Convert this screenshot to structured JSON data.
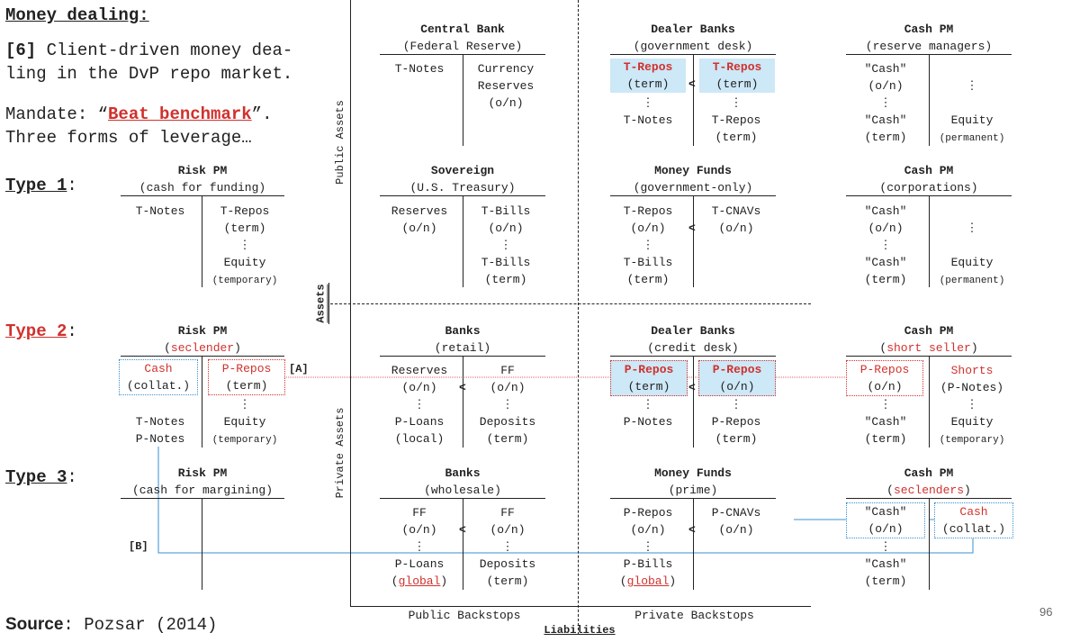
{
  "left": {
    "heading": "Money dealing:",
    "num": "[6]",
    "desc_line1": "Client-driven money dea-",
    "desc_line2": "ling in the DvP repo market.",
    "mandate_pre": "Mandate: “",
    "mandate_hl": "Beat benchmark",
    "mandate_post": "”.",
    "forms": "Three forms of leverage…",
    "type1": "Type 1",
    "type2": "Type 2",
    "type3": "Type 3",
    "colon": ":",
    "source_label": "Source",
    "source_text": ": Pozsar (2014)"
  },
  "axes": {
    "public_assets": "Public Assets",
    "private_assets": "Private Assets",
    "assets": "Assets",
    "liabilities": "Liabilities",
    "public_backstops": "Public Backstops",
    "private_backstops": "Private Backstops",
    "page": "96",
    "tag_a": "[A]",
    "tag_b": "[B]"
  },
  "sym": {
    "lt": "<",
    "dots": "⋮"
  },
  "rp1": {
    "title": "Risk PM",
    "sub": "(cash for funding)",
    "l1": "T-Notes",
    "r1a": "T-Repos",
    "r1b": "(term)",
    "r2a": "Equity",
    "r2b": "(temporary)"
  },
  "rp2": {
    "title": "Risk PM",
    "sub_pre": "(",
    "sub_red": "seclender",
    "sub_post": ")",
    "l1a": "Cash",
    "l1b": "(collat.)",
    "l2a": "T-Notes",
    "l2b": "P-Notes",
    "r1a": "P-Repos",
    "r1b": "(term)",
    "r2a": "Equity",
    "r2b": "(temporary)"
  },
  "rp3": {
    "title": "Risk PM",
    "sub": "(cash for margining)"
  },
  "cb": {
    "title": "Central Bank",
    "sub": "(Federal Reserve)",
    "l1": "T-Notes",
    "r1a": "Currency",
    "r1b": "Reserves",
    "r1c": "(o/n)"
  },
  "db1": {
    "title": "Dealer Banks",
    "sub": "(government desk)",
    "l1a": "T-Repos",
    "l1b": "(term)",
    "r1a": "T-Repos",
    "r1b": "(term)",
    "l2": "T-Notes",
    "r2a": "T-Repos",
    "r2b": "(term)"
  },
  "cp1": {
    "title": "Cash PM",
    "sub": "(reserve managers)",
    "l1a": "\"Cash\"",
    "l1b": "(o/n)",
    "l2a": "\"Cash\"",
    "l2b": "(term)",
    "r2a": "Equity",
    "r2b": "(permanent)"
  },
  "sov": {
    "title": "Sovereign",
    "sub": "(U.S. Treasury)",
    "l1a": "Reserves",
    "l1b": "(o/n)",
    "r1a": "T-Bills",
    "r1b": "(o/n)",
    "r2a": "T-Bills",
    "r2b": "(term)"
  },
  "mf1": {
    "title": "Money Funds",
    "sub": "(government-only)",
    "l1a": "T-Repos",
    "l1b": "(o/n)",
    "r1a": "T-CNAVs",
    "r1b": "(o/n)",
    "l2a": "T-Bills",
    "l2b": "(term)"
  },
  "cp2": {
    "title": "Cash PM",
    "sub": "(corporations)",
    "l1a": "\"Cash\"",
    "l1b": "(o/n)",
    "l2a": "\"Cash\"",
    "l2b": "(term)",
    "r2a": "Equity",
    "r2b": "(permanent)"
  },
  "br": {
    "title": "Banks",
    "sub": "(retail)",
    "l1a": "Reserves",
    "l1b": "(o/n)",
    "r1a": "FF",
    "r1b": "(o/n)",
    "l2a": "P-Loans",
    "l2b": "(local)",
    "r2a": "Deposits",
    "r2b": "(term)"
  },
  "db2": {
    "title": "Dealer Banks",
    "sub": "(credit desk)",
    "l1a": "P-Repos",
    "l1b": "(term)",
    "r1a": "P-Repos",
    "r1b": "(o/n)",
    "l2": "P-Notes",
    "r2a": "P-Repos",
    "r2b": "(term)"
  },
  "cp3": {
    "title": "Cash PM",
    "sub_pre": "(",
    "sub_red": "short seller",
    "sub_post": ")",
    "l1a": "P-Repos",
    "l1b": "(o/n)",
    "r1a": "Shorts",
    "r1b": "(P-Notes)",
    "l2a": "\"Cash\"",
    "l2b": "(term)",
    "r2a": "Equity",
    "r2b": "(temporary)"
  },
  "bw": {
    "title": "Banks",
    "sub": "(wholesale)",
    "l1a": "FF",
    "l1b": "(o/n)",
    "r1a": "FF",
    "r1b": "(o/n)",
    "l2a": "P-Loans",
    "l2b_pre": "(",
    "l2b_red": "global",
    "l2b_post": ")",
    "r2a": "Deposits",
    "r2b": "(term)"
  },
  "mf2": {
    "title": "Money Funds",
    "sub": "(prime)",
    "l1a": "P-Repos",
    "l1b": "(o/n)",
    "r1a": "P-CNAVs",
    "r1b": "(o/n)",
    "l2a": "P-Bills",
    "l2b_pre": "(",
    "l2b_red": "global",
    "l2b_post": ")"
  },
  "cp4": {
    "title": "Cash PM",
    "sub_pre": "(",
    "sub_red": "seclenders",
    "sub_post": ")",
    "l1a": "\"Cash\"",
    "l1b": "(o/n)",
    "r1a": "Cash",
    "r1b": "(collat.)",
    "l2a": "\"Cash\"",
    "l2b": "(term)"
  }
}
